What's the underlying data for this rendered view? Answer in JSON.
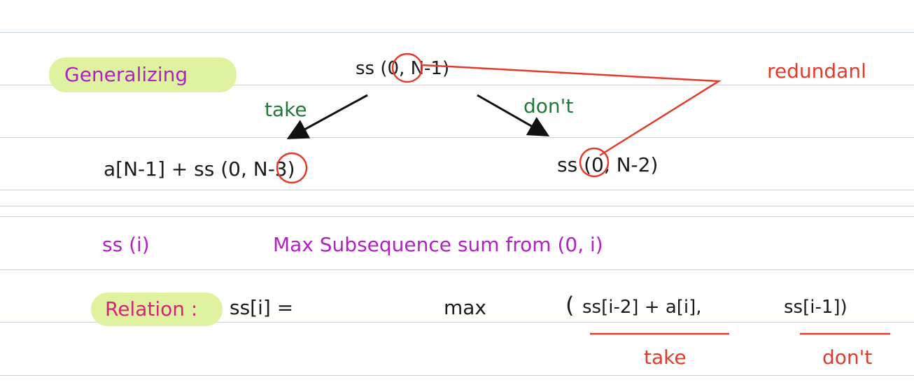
{
  "notes": {
    "generalizing_label": "Generalizing",
    "root_call": "ss (0, N-1)",
    "redundant_label": "redundanl",
    "take_label": "take",
    "dont_label": "don't",
    "left_child": "a[N-1] + ss (0, N-3)",
    "right_child": "ss (0, N-2)",
    "definition_lhs": "ss (i)",
    "definition_rhs": "Max  Subsequence  sum  from  (0, i)",
    "relation_label": "Relation :",
    "relation_lhs": "ss[i]  =",
    "relation_max": "max",
    "relation_open": "(",
    "relation_take_term": "ss[i-2] + a[i],",
    "relation_dont_term": "ss[i-1])",
    "under_take": "take",
    "under_dont": "don't"
  },
  "colors": {
    "highlight": "#dff2a0",
    "rule": "#c9d3de",
    "ink_black": "#1a1a1a",
    "ink_green": "#1f7a3a",
    "ink_purple": "#b21fc4",
    "ink_red": "#e53a2a",
    "ink_pink": "#d9207a"
  }
}
